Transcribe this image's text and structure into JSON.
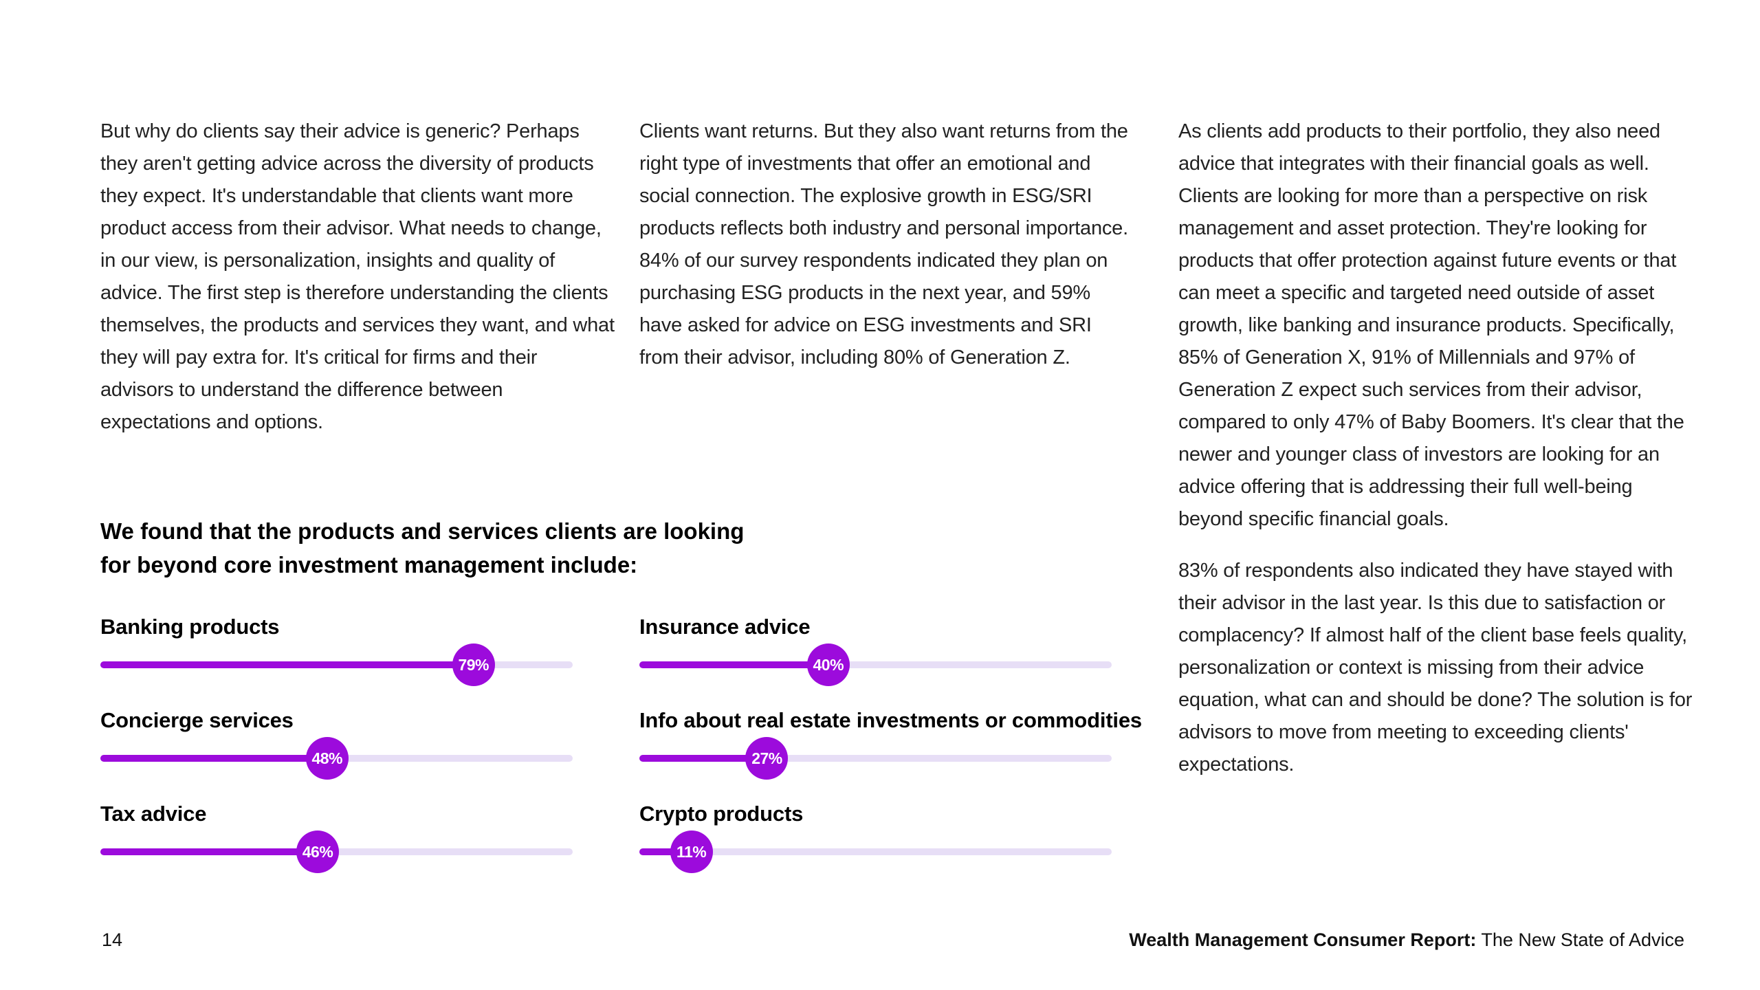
{
  "columns": {
    "col1": "But why do clients say their advice is generic? Perhaps they aren't getting advice across the diversity of products they expect. It's understandable that clients want more product access from their advisor. What needs to change, in our view, is personalization, insights and quality of advice. The first step is therefore understanding the clients themselves, the products and services they want, and what they will pay extra for. It's critical for firms and their advisors to understand the difference between expectations and options.",
    "col2": "Clients want returns. But they also want returns from the right type of investments that offer an emotional and social connection. The explosive growth in ESG/SRI products reflects both industry and personal importance. 84% of our survey respondents indicated they plan on purchasing ESG products in the next year, and 59% have asked for advice on ESG investments and SRI from their advisor, including 80% of Generation Z.",
    "col3_p1": "As clients add products to their portfolio, they also need advice that integrates with their financial goals as well. Clients are looking for more than a perspective on risk management and asset protection. They're looking for products that offer protection against future events or that can meet a specific and targeted need outside of asset growth, like banking and insurance products. Specifically, 85% of Generation X, 91% of Millennials and 97% of Generation Z expect such services from their advisor, compared to only 47% of Baby Boomers. It's clear that the newer and younger class of investors are looking for an advice offering that is addressing their full well-being beyond specific financial goals.",
    "col3_p2": "83% of respondents also indicated they have stayed with their advisor in the last year. Is this due to satisfaction or complacency? If almost half of the client base feels quality, personalization or context is missing from their advice equation, what can and should be done? The solution is for advisors to move from meeting to exceeding clients' expectations."
  },
  "heading": "We found that the products and services clients are looking for beyond core investment management include:",
  "chart_data": {
    "type": "bar",
    "title": "We found that the products and services clients are looking for beyond core investment management include:",
    "categories": [
      "Banking products",
      "Concierge services",
      "Tax advice",
      "Insurance advice",
      "Info about real estate investments or commodities",
      "Crypto products"
    ],
    "values": [
      79,
      48,
      46,
      40,
      27,
      11
    ],
    "unit": "%",
    "xlim": [
      0,
      100
    ],
    "layout": "two-column slider bars, values shown in circular knobs",
    "accent_color": "#9C0BDC",
    "track_color": "#E7DEF6"
  },
  "footer": {
    "page_number": "14",
    "report_title_bold": "Wealth Management Consumer Report:",
    "report_subtitle": " The New State of Advice"
  },
  "colors": {
    "accent_purple": "#9C0BDC",
    "track_lavender": "#E7DEF6",
    "body_text": "#222222"
  }
}
